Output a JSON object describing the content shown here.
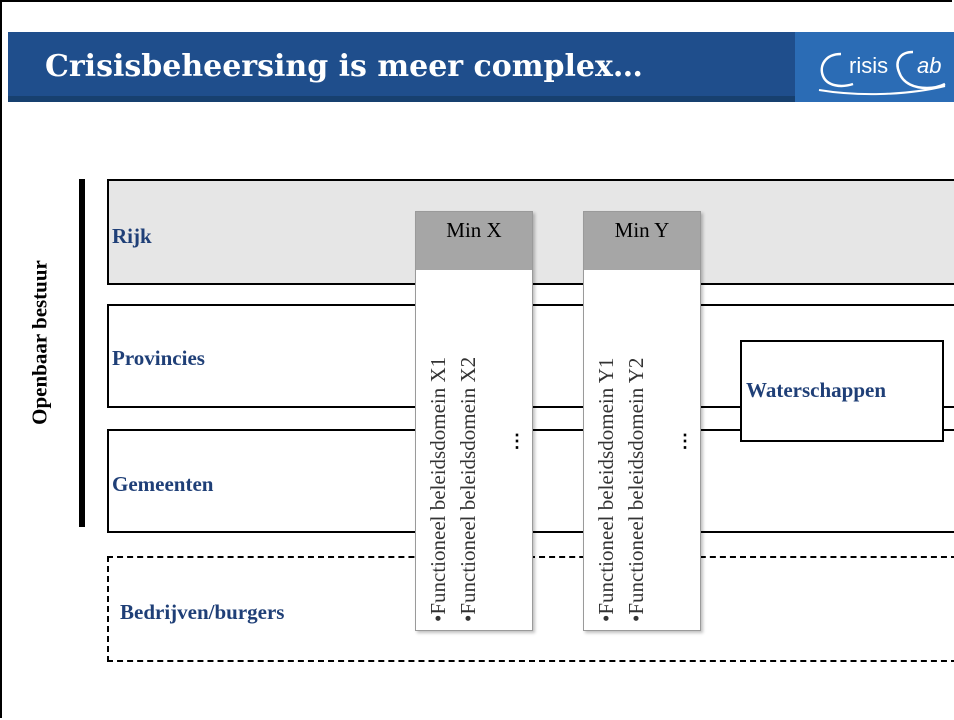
{
  "slide": {
    "title": "Crisisbeheersing is meer complex…",
    "logo": {
      "left_text": "risis",
      "right_text": "ab"
    }
  },
  "axis": {
    "label": "Openbaar bestuur"
  },
  "layers": [
    {
      "label": "Rijk"
    },
    {
      "label": "Provincies"
    },
    {
      "label": "Gemeenten"
    },
    {
      "label": "Bedrijven/burgers"
    }
  ],
  "ministries": [
    {
      "name": "Min X",
      "items": [
        "•Functioneel beleidsdomein X1",
        "•Functioneel beleidsdomein X2"
      ],
      "more": "⋮"
    },
    {
      "name": "Min Y",
      "items": [
        "•Functioneel beleidsdomein Y1",
        "•Functioneel beleidsdomein Y2"
      ],
      "more": "⋮"
    }
  ],
  "waterschappen": {
    "label": "Waterschappen"
  },
  "colors": {
    "banner": "#1f4e8c",
    "logo_box": "#2b6cb5",
    "layer_text": "#1f3f77",
    "rijk_fill": "#e6e6e6",
    "min_header": "#a6a6a6"
  }
}
